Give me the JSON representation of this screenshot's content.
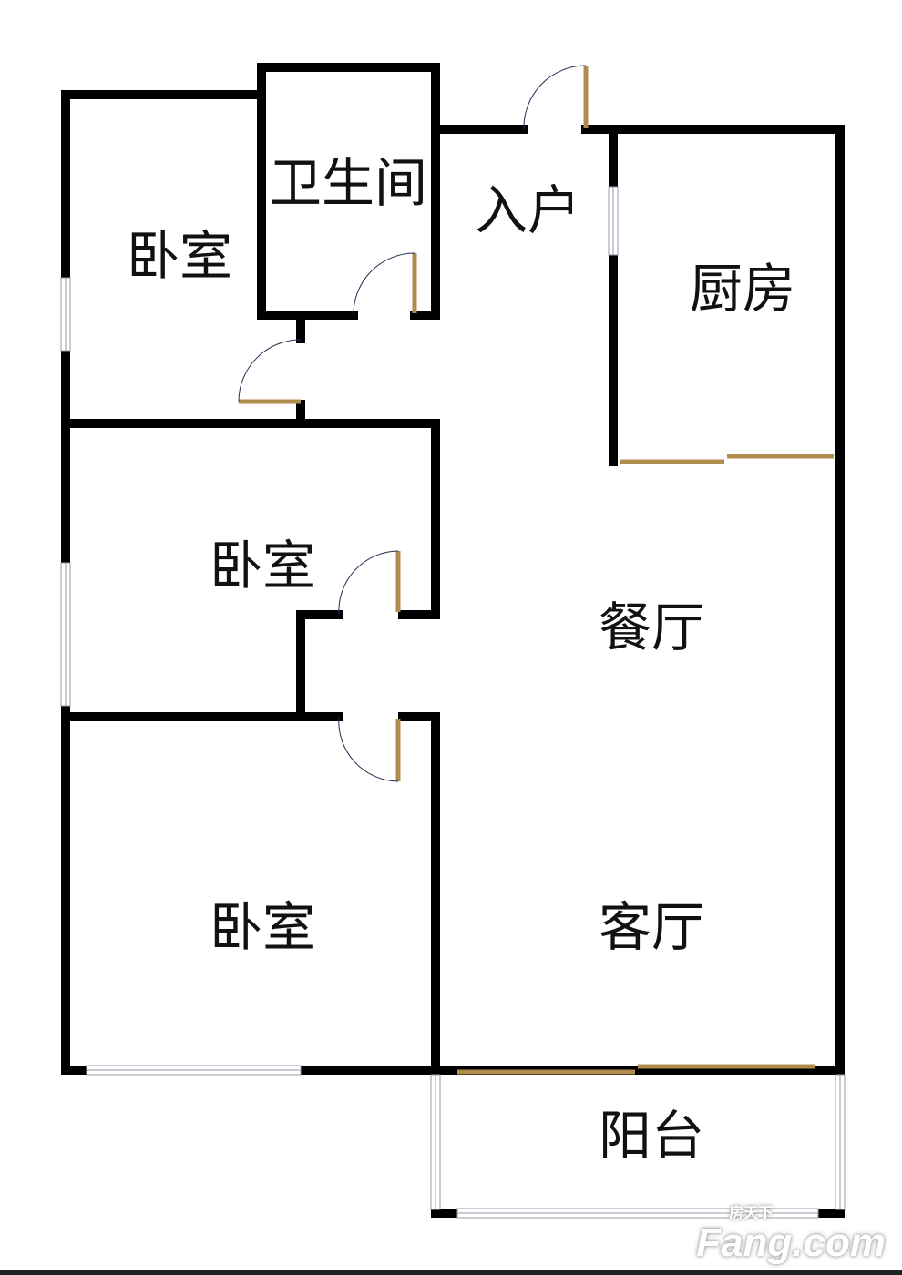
{
  "rooms": {
    "bedroom_top": "卧室",
    "bathroom": "卫生间",
    "entry": "入户",
    "kitchen": "厨房",
    "bedroom_middle": "卧室",
    "dining": "餐厅",
    "bedroom_bottom": "卧室",
    "living": "客厅",
    "balcony": "阳台"
  },
  "watermark": {
    "brand": "Fang.com",
    "cn": "房天下"
  },
  "colors": {
    "wall": "#000000",
    "door": "#b08d4f",
    "arc": "#2a2a55",
    "window": "#9a9aa8"
  }
}
